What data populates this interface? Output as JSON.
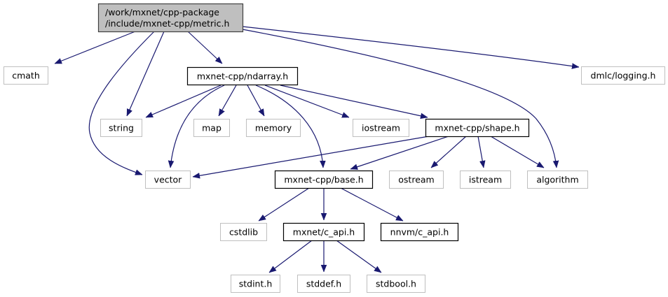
{
  "diagram": {
    "type": "include-dependency-graph",
    "colors": {
      "edge": "#191970",
      "root_fill": "#bfbfbf",
      "root_border": "#404040",
      "documented_border": "#000000",
      "external_border": "#bfbfbf",
      "node_fill": "#ffffff"
    },
    "nodes": [
      {
        "id": "root",
        "lines": [
          "/work/mxnet/cpp-package",
          "/include/mxnet-cpp/metric.h"
        ],
        "kind": "root"
      },
      {
        "id": "cmath",
        "lines": [
          "cmath"
        ],
        "kind": "external"
      },
      {
        "id": "ndarray",
        "lines": [
          "mxnet-cpp/ndarray.h"
        ],
        "kind": "documented"
      },
      {
        "id": "logging",
        "lines": [
          "dmlc/logging.h"
        ],
        "kind": "external"
      },
      {
        "id": "string",
        "lines": [
          "string"
        ],
        "kind": "external"
      },
      {
        "id": "map",
        "lines": [
          "map"
        ],
        "kind": "external"
      },
      {
        "id": "memory",
        "lines": [
          "memory"
        ],
        "kind": "external"
      },
      {
        "id": "iostream",
        "lines": [
          "iostream"
        ],
        "kind": "external"
      },
      {
        "id": "shape",
        "lines": [
          "mxnet-cpp/shape.h"
        ],
        "kind": "documented"
      },
      {
        "id": "vector",
        "lines": [
          "vector"
        ],
        "kind": "external"
      },
      {
        "id": "base",
        "lines": [
          "mxnet-cpp/base.h"
        ],
        "kind": "documented"
      },
      {
        "id": "ostream",
        "lines": [
          "ostream"
        ],
        "kind": "external"
      },
      {
        "id": "istream",
        "lines": [
          "istream"
        ],
        "kind": "external"
      },
      {
        "id": "algorithm",
        "lines": [
          "algorithm"
        ],
        "kind": "external"
      },
      {
        "id": "cstdlib",
        "lines": [
          "cstdlib"
        ],
        "kind": "external"
      },
      {
        "id": "mxcapi",
        "lines": [
          "mxnet/c_api.h"
        ],
        "kind": "documented"
      },
      {
        "id": "nnvmcapi",
        "lines": [
          "nnvm/c_api.h"
        ],
        "kind": "documented"
      },
      {
        "id": "stdint",
        "lines": [
          "stdint.h"
        ],
        "kind": "external"
      },
      {
        "id": "stddef",
        "lines": [
          "stddef.h"
        ],
        "kind": "external"
      },
      {
        "id": "stdbool",
        "lines": [
          "stdbool.h"
        ],
        "kind": "external"
      }
    ],
    "edges": [
      {
        "from": "root",
        "to": "cmath"
      },
      {
        "from": "root",
        "to": "ndarray"
      },
      {
        "from": "root",
        "to": "logging"
      },
      {
        "from": "root",
        "to": "string"
      },
      {
        "from": "root",
        "to": "vector"
      },
      {
        "from": "root",
        "to": "algorithm"
      },
      {
        "from": "ndarray",
        "to": "string"
      },
      {
        "from": "ndarray",
        "to": "map"
      },
      {
        "from": "ndarray",
        "to": "memory"
      },
      {
        "from": "ndarray",
        "to": "iostream"
      },
      {
        "from": "ndarray",
        "to": "shape"
      },
      {
        "from": "ndarray",
        "to": "vector"
      },
      {
        "from": "ndarray",
        "to": "base"
      },
      {
        "from": "shape",
        "to": "vector"
      },
      {
        "from": "shape",
        "to": "base"
      },
      {
        "from": "shape",
        "to": "ostream"
      },
      {
        "from": "shape",
        "to": "istream"
      },
      {
        "from": "shape",
        "to": "algorithm"
      },
      {
        "from": "base",
        "to": "cstdlib"
      },
      {
        "from": "base",
        "to": "mxcapi"
      },
      {
        "from": "base",
        "to": "nnvmcapi"
      },
      {
        "from": "mxcapi",
        "to": "stdint"
      },
      {
        "from": "mxcapi",
        "to": "stddef"
      },
      {
        "from": "mxcapi",
        "to": "stdbool"
      }
    ]
  }
}
